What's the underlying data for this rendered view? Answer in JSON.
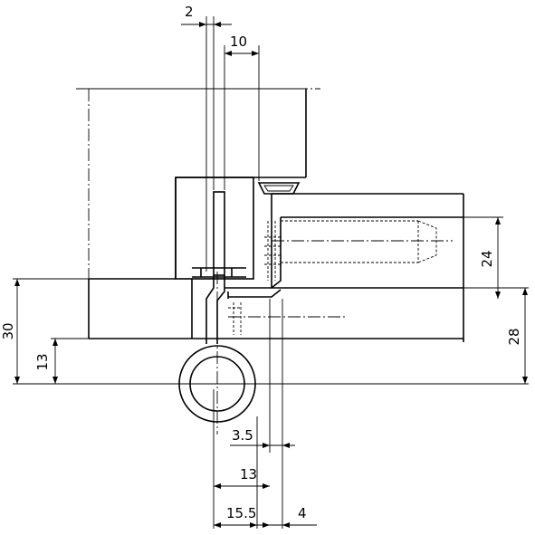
{
  "dimensions": {
    "top_gap": "2",
    "top_width": "10",
    "right_upper_height": "24",
    "right_lower_height": "28",
    "left_outer_height": "30",
    "left_inner_height": "13",
    "bottom_offset_small": "3.5",
    "bottom_offset_mid": "13",
    "bottom_offset_large": "15.5",
    "bottom_offset_right": "4"
  }
}
